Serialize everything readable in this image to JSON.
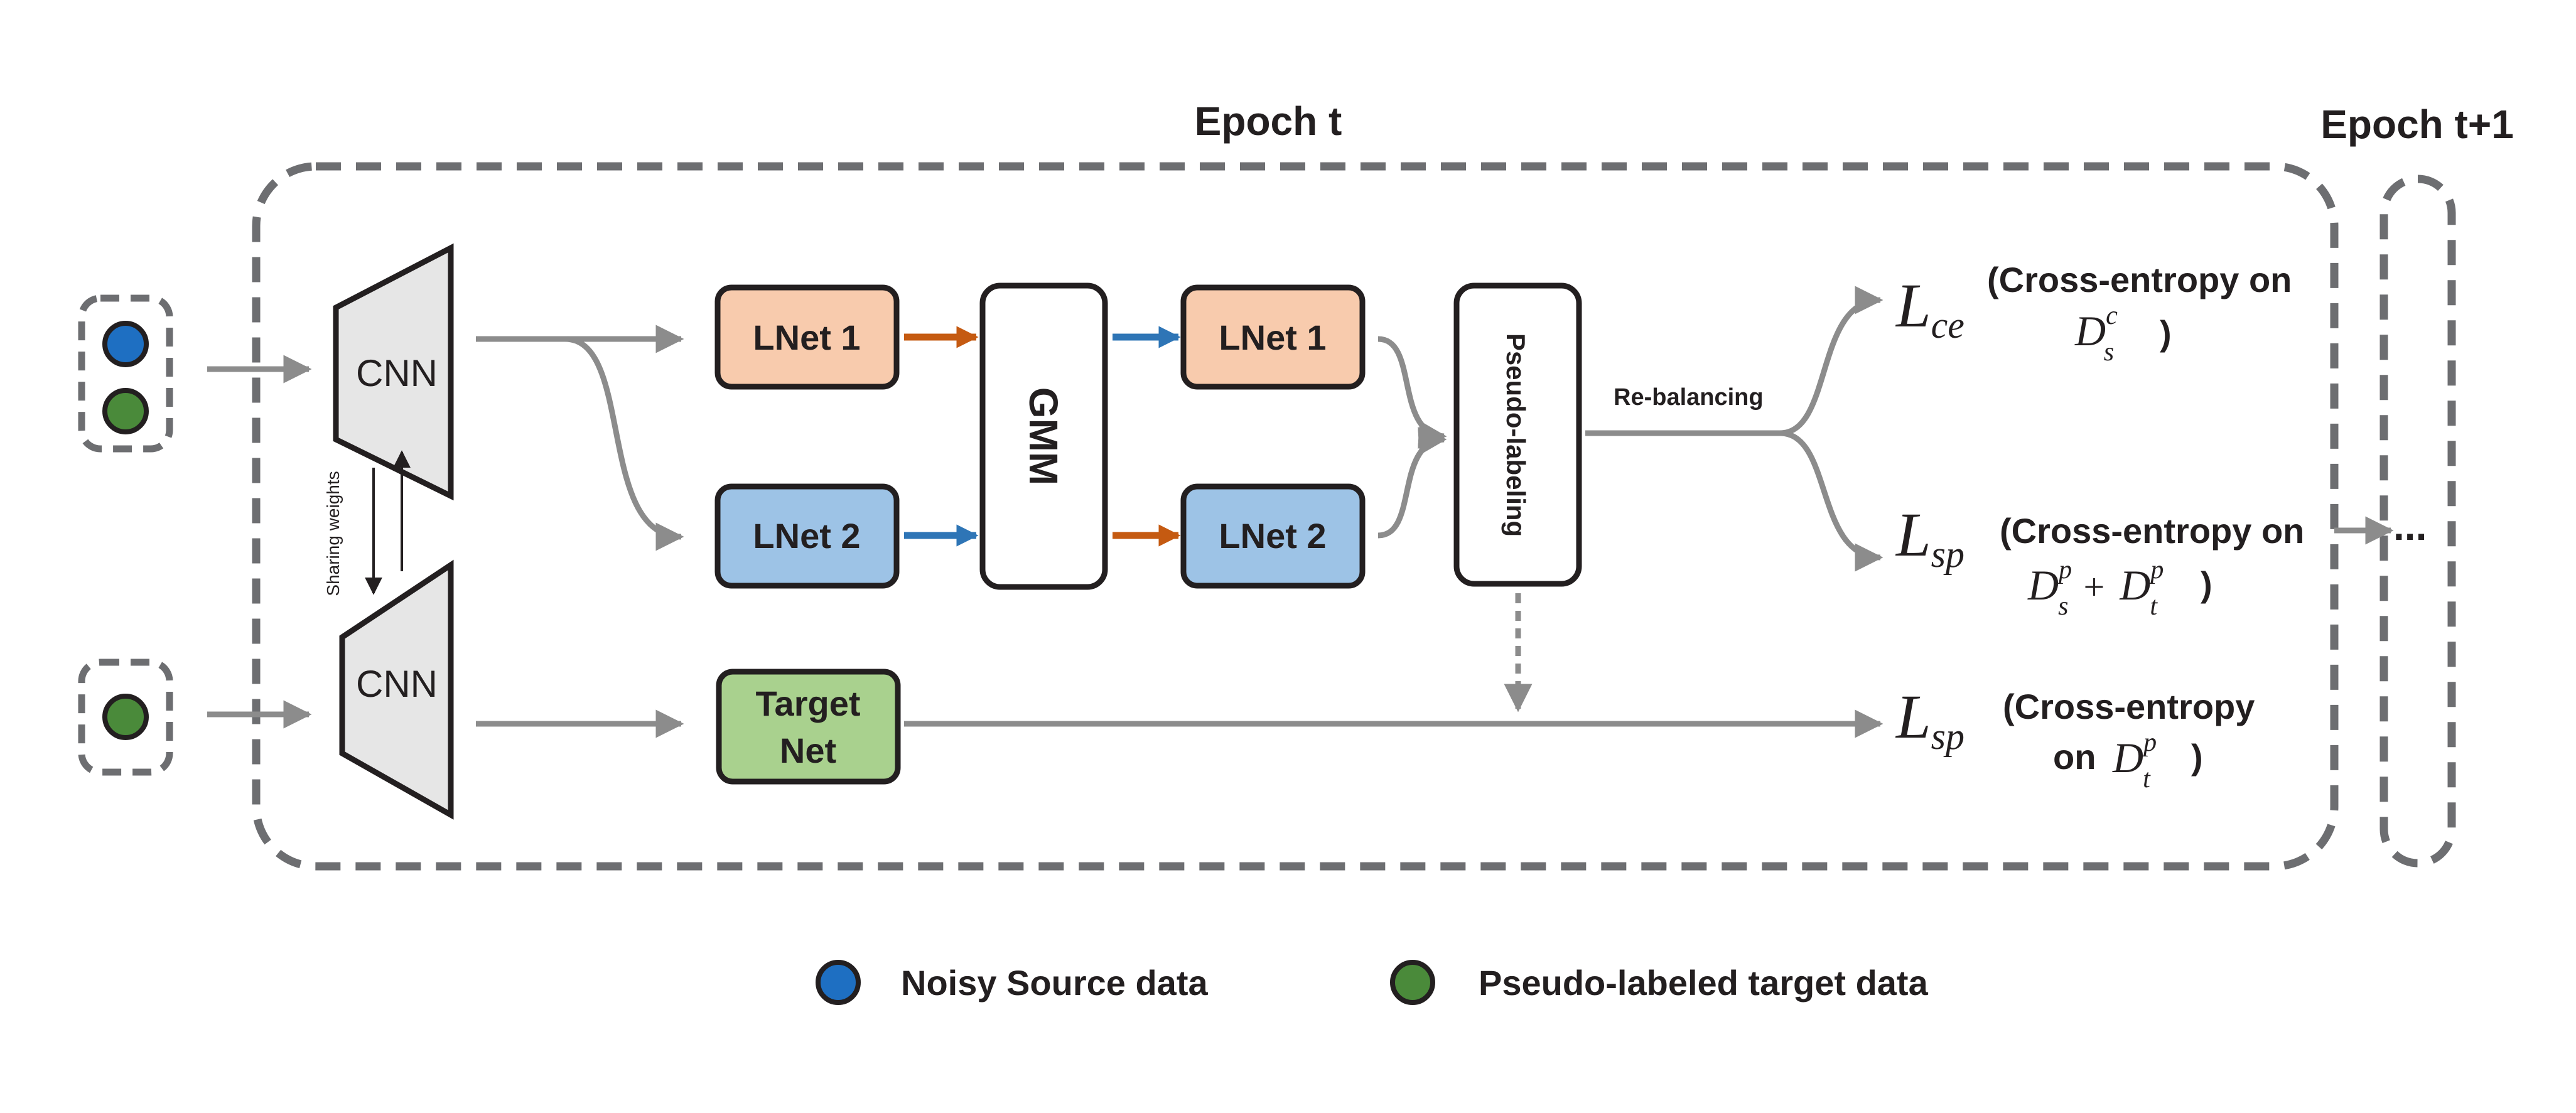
{
  "epochs": {
    "current": "Epoch t",
    "next": "Epoch t+1",
    "continuation": "..."
  },
  "inputs": {
    "source_dots": [
      "#1e6fc2",
      "#4a8a3a"
    ],
    "target_dots": [
      "#4a8a3a"
    ]
  },
  "encoders": {
    "top_label": "CNN",
    "bottom_label": "CNN",
    "sharing_label": "Sharing weights"
  },
  "modules": {
    "lnet1": "LNet 1",
    "lnet2": "LNet 2",
    "gmm": "GMM",
    "pseudo": "Pseudo-labeling",
    "target_net_line1": "Target",
    "target_net_line2": "Net",
    "rebalancing": "Re-balancing"
  },
  "losses": [
    {
      "symbol": "L",
      "sub": "ce",
      "desc_line1": "(Cross-entropy on",
      "term1": {
        "base": "D",
        "sup": "c",
        "sub": "s"
      },
      "close": ")"
    },
    {
      "symbol": "L",
      "sub": "sp",
      "desc_line1": "(Cross-entropy on",
      "term1": {
        "base": "D",
        "sup": "p",
        "sub": "s"
      },
      "plus": "+",
      "term2": {
        "base": "D",
        "sup": "p",
        "sub": "t"
      },
      "close": ")"
    },
    {
      "symbol": "L",
      "sub": "sp",
      "desc_line1": "(Cross-entropy",
      "desc_line2": "on",
      "term1": {
        "base": "D",
        "sup": "p",
        "sub": "t"
      },
      "close": ")"
    }
  ],
  "legend": [
    {
      "label": "Noisy Source data",
      "color": "#1e6fc2"
    },
    {
      "label": "Pseudo-labeled target data",
      "color": "#4a8a3a"
    }
  ],
  "colors": {
    "lnet1_fill": "#f8cbad",
    "lnet2_fill": "#9dc3e6",
    "target_fill": "#a9d18e",
    "orange_arrow": "#c55a11",
    "blue_arrow": "#2e75b6",
    "flow_gray": "#8c8c8c",
    "dash_gray": "#6d6e71",
    "cnn_fill": "#e6e6e6"
  }
}
